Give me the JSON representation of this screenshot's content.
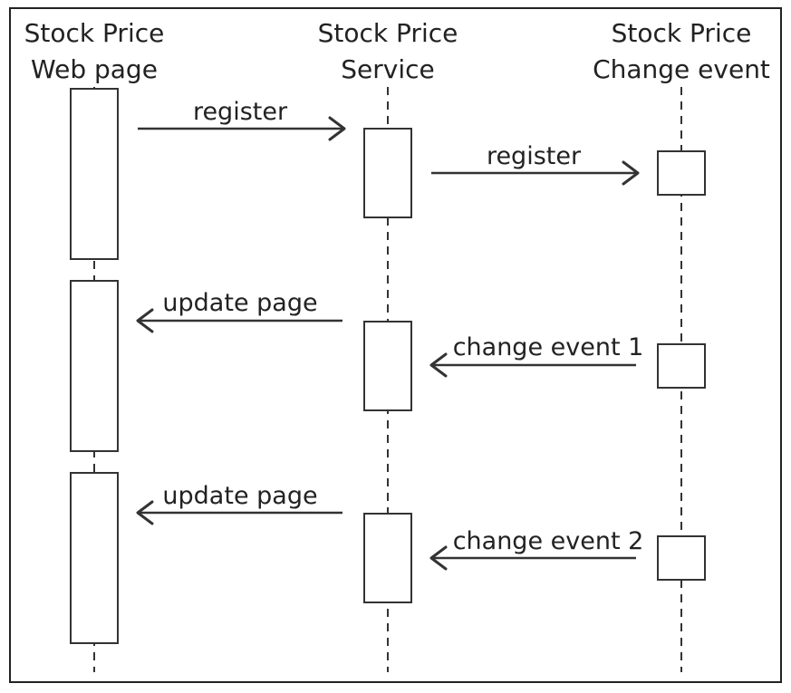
{
  "participants": [
    {
      "id": "webpage",
      "line1": "Stock Price",
      "line2": "Web page"
    },
    {
      "id": "service",
      "line1": "Stock Price",
      "line2": "Service"
    },
    {
      "id": "event",
      "line1": "Stock Price",
      "line2": "Change event"
    }
  ],
  "messages": [
    {
      "id": "m1",
      "label": "register"
    },
    {
      "id": "m2",
      "label": "register"
    },
    {
      "id": "m3",
      "label": "update page"
    },
    {
      "id": "m4",
      "label": "change event 1"
    },
    {
      "id": "m5",
      "label": "update page"
    },
    {
      "id": "m6",
      "label": "change event 2"
    }
  ],
  "colors": {
    "line": "#333333",
    "text": "#222222",
    "background": "#ffffff"
  }
}
